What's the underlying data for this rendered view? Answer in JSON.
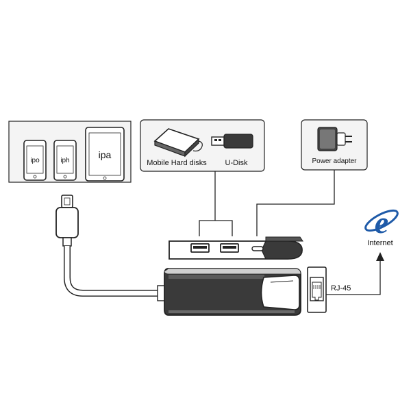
{
  "devices": {
    "ipod_label": "ipo",
    "iphone_label": "iph",
    "ipad_label": "ipa"
  },
  "storage": {
    "hdd_label": "Mobile Hard disks",
    "udisk_label": "U-Disk"
  },
  "power": {
    "label": "Power adapter"
  },
  "network": {
    "rj45_label": "RJ-45",
    "internet_label": "Internet"
  },
  "colors": {
    "line": "#222222",
    "hub_body": "#3a3a3a",
    "hub_dark": "#1e1e1e",
    "panel_bg": "#f2f2f2",
    "ie_blue": "#1e5aa8"
  }
}
